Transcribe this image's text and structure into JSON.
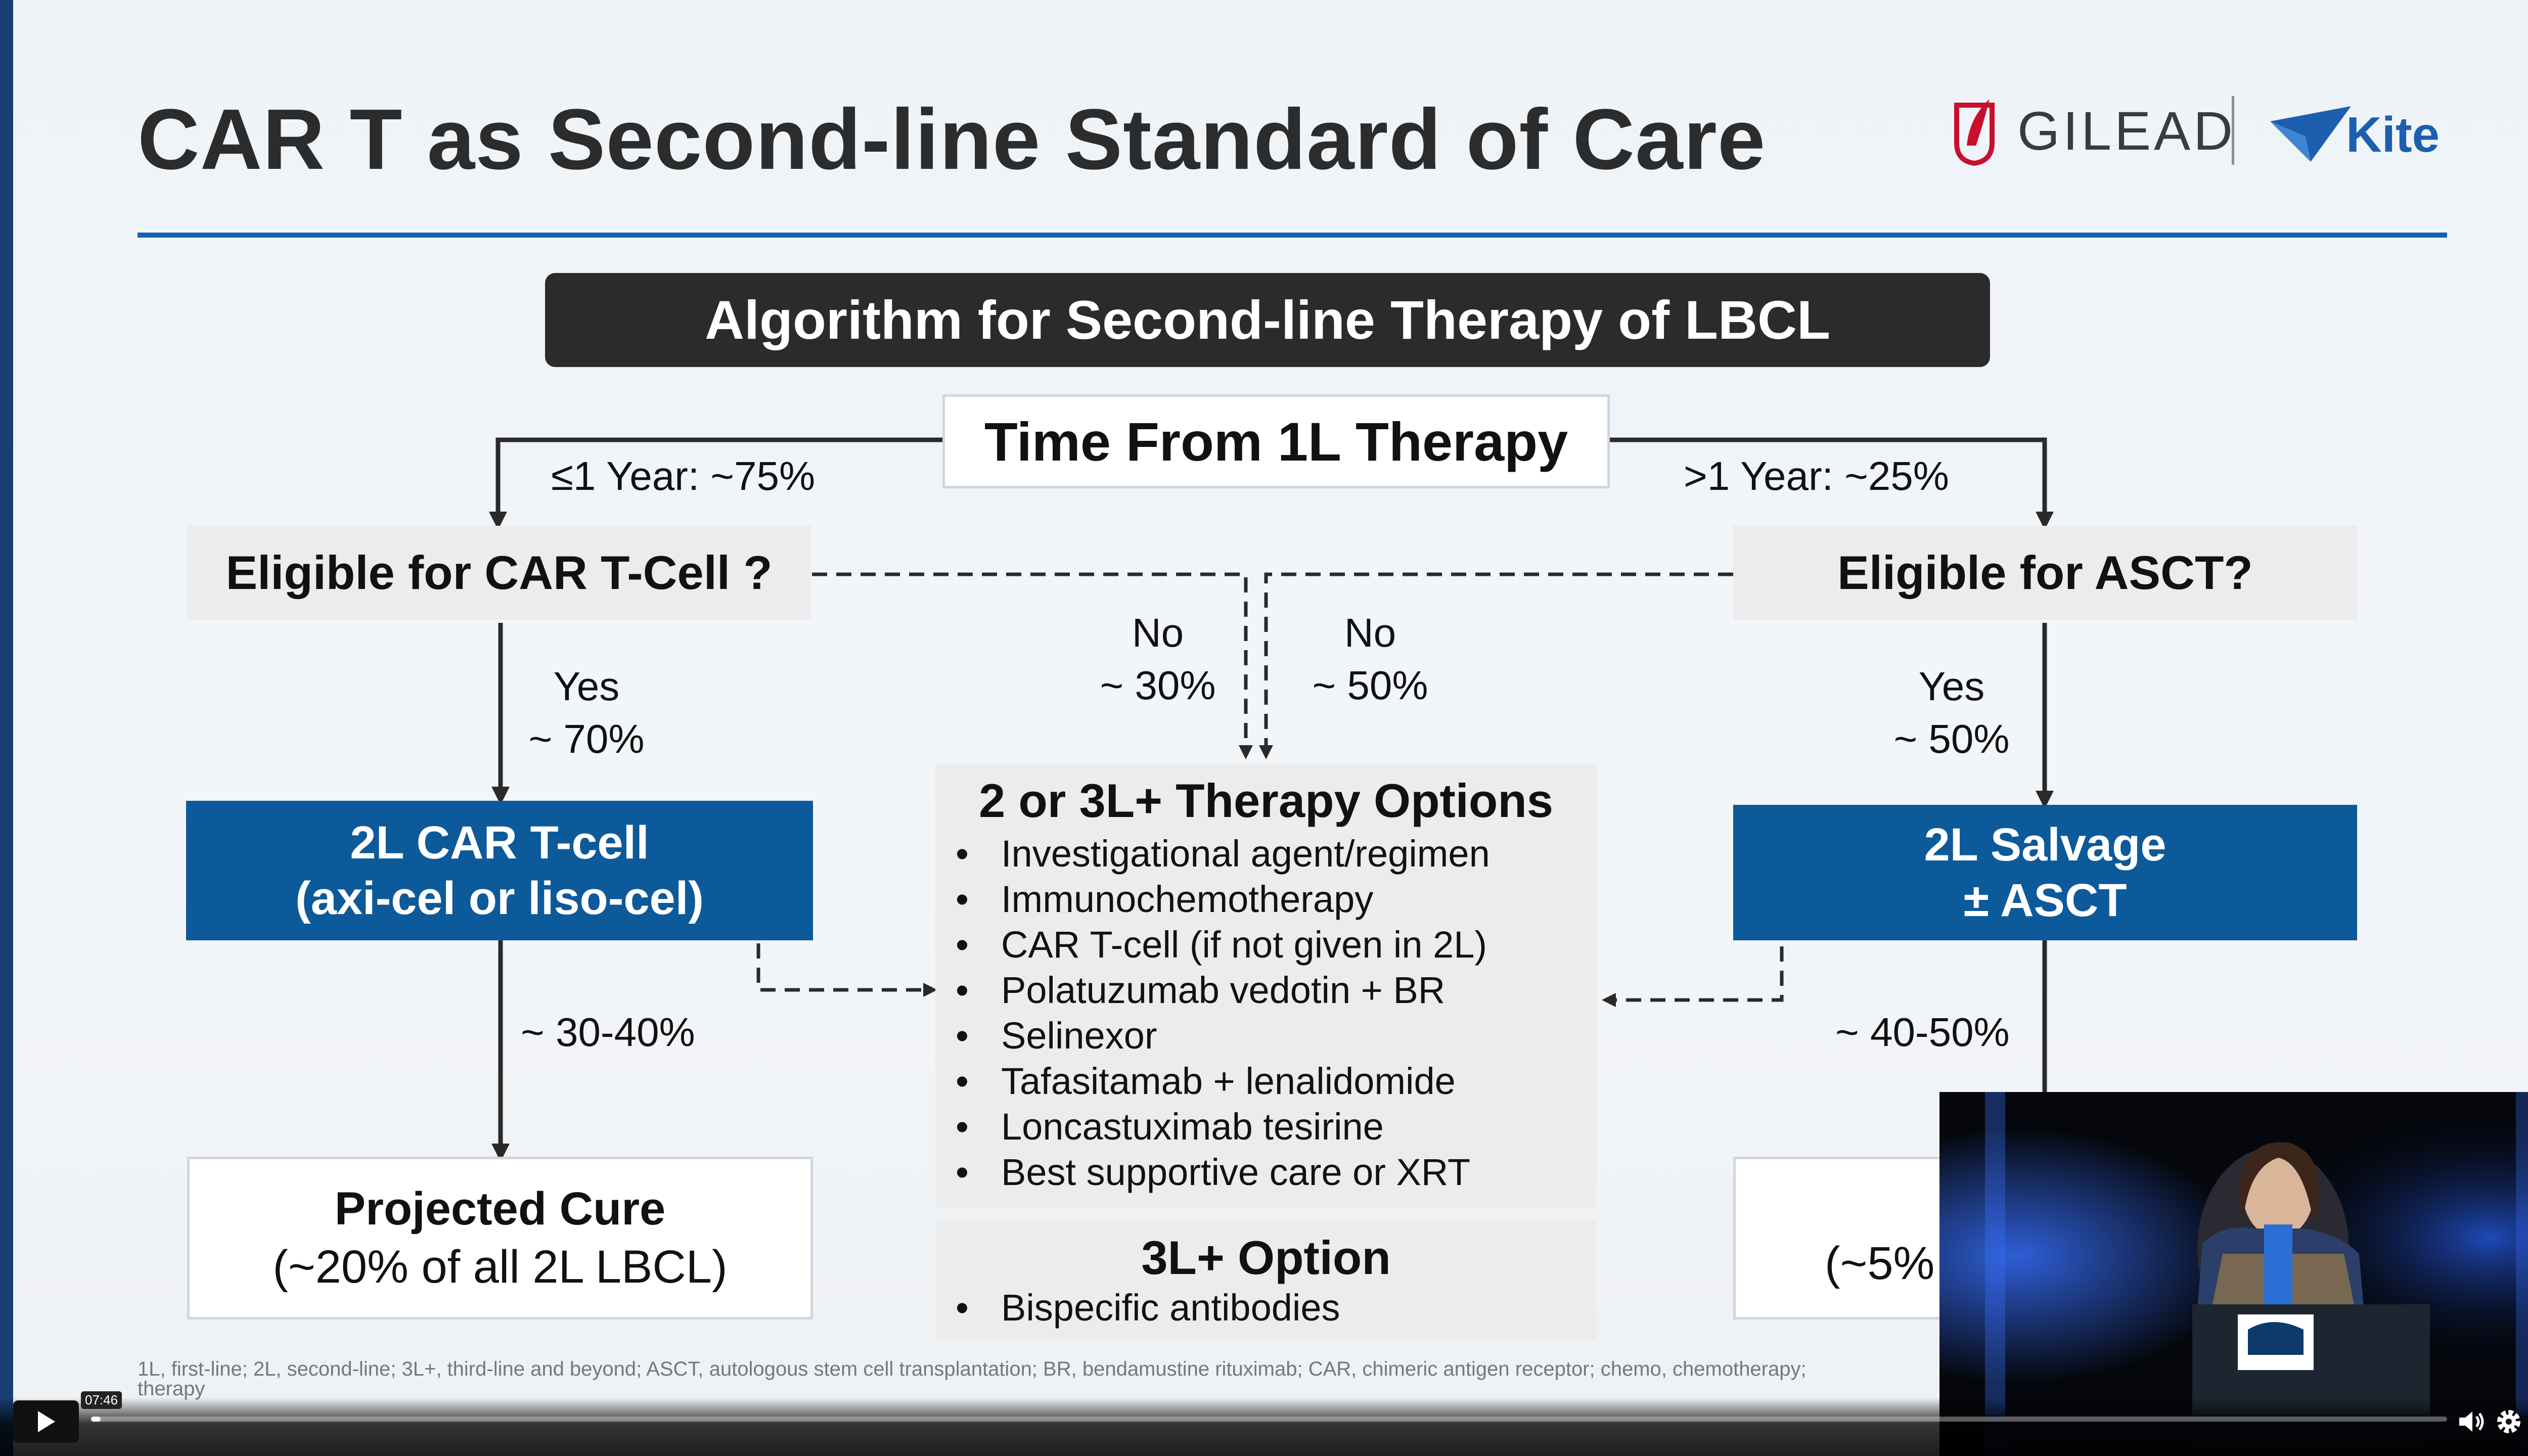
{
  "slide": {
    "title": "CAR T as Second-line Standard of Care",
    "logos": {
      "gilead": "GILEAD",
      "kite": "Kite"
    },
    "banner": "Algorithm for Second-line Therapy of LBCL",
    "time_box": "Time From 1L Therapy",
    "left_branch": "≤1 Year: ~75%",
    "right_branch": ">1 Year: ~25%",
    "eligible_car": "Eligible for CAR T-Cell ?",
    "eligible_asct": "Eligible for ASCT?",
    "no_left": {
      "line1": "No",
      "line2": "~ 30%"
    },
    "no_right": {
      "line1": "No",
      "line2": "~ 50%"
    },
    "yes_left": {
      "line1": "Yes",
      "line2": "~ 70%"
    },
    "yes_right": {
      "line1": "Yes",
      "line2": "~ 50%"
    },
    "car_tcell_box": {
      "line1": "2L CAR T-cell",
      "line2": "(axi-cel or liso-cel)"
    },
    "salvage_box": {
      "line1": "2L Salvage",
      "line2": "± ASCT"
    },
    "pct_left": "~ 30-40%",
    "pct_right": "~ 40-50%",
    "therapy_options": {
      "heading": "2 or 3L+ Therapy Options",
      "items": [
        "Investigational agent/regimen",
        "Immunochemotherapy",
        "CAR T-cell (if not given in 2L)",
        "Polatuzumab vedotin + BR",
        "Selinexor",
        "Tafasitamab + lenalidomide",
        "Loncastuximab tesirine",
        "Best supportive care or XRT"
      ]
    },
    "option_3l": {
      "heading": "3L+ Option",
      "items": [
        "Bispecific antibodies"
      ]
    },
    "projected_cure": {
      "line1": "Projected Cure",
      "line2": "(~20% of all 2L LBCL)"
    },
    "right_outcome_partial": "(~5%",
    "footnote": "1L, first-line; 2L, second-line; 3L+, third-line and beyond; ASCT, autologous stem cell transplantation; BR, bendamustine rituximab; CAR, chimeric antigen receptor; chemo, chemotherapy;",
    "footnote_cont": "therapy"
  },
  "player": {
    "time": "07:46",
    "progress_fraction": 0.004
  },
  "colors": {
    "accent_blue": "#0d5a9a",
    "title_line": "#1a5fae",
    "banner_bg": "#2b2b2b"
  }
}
